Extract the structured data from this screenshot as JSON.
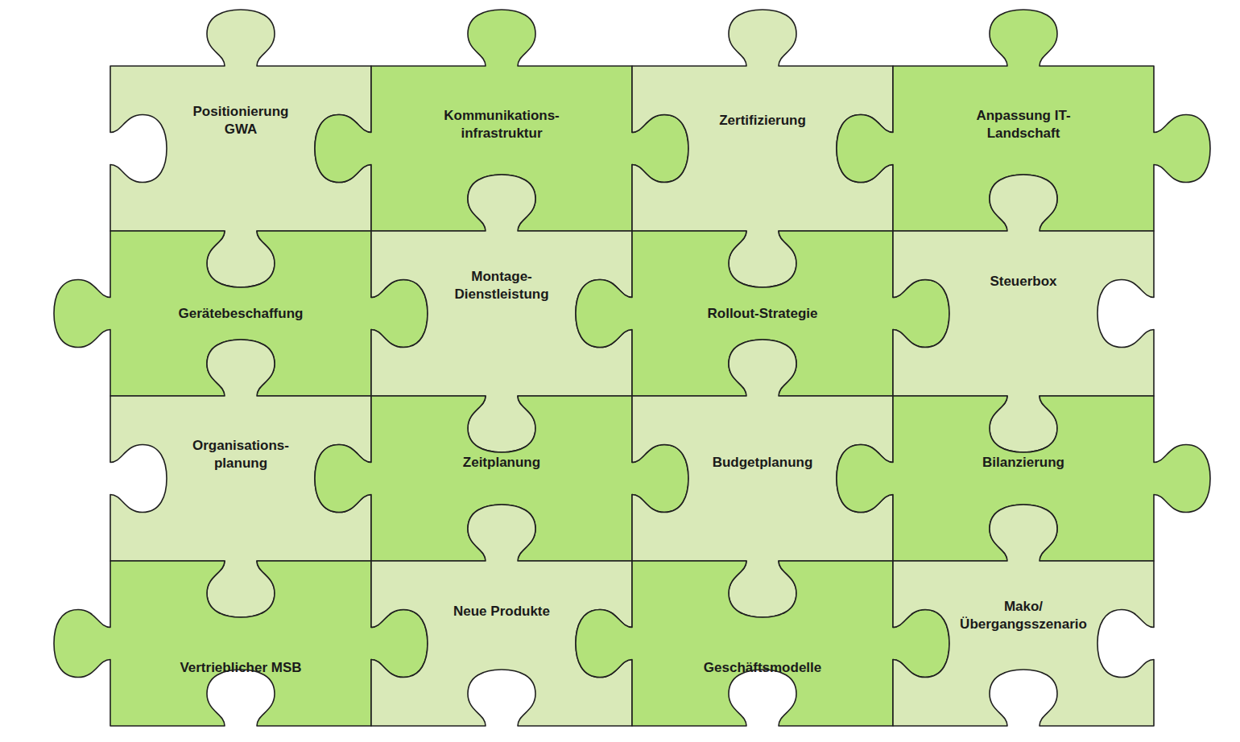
{
  "diagram": {
    "nodes": [
      {
        "text": [
          "Positionierung GWA"
        ]
      },
      {
        "text": [
          "Kommunikations- infrastruktur"
        ]
      },
      {
        "text": [
          "Zertifizierung"
        ]
      },
      {
        "text": [
          "Anpassung IT-Landschaft"
        ]
      },
      {
        "text": [
          "Gerätebeschaffung"
        ]
      },
      {
        "text": [
          "Montage- Dienstleistung"
        ]
      },
      {
        "text": [
          "Rollout-Strategie"
        ]
      },
      {
        "text": [
          "Steuerbox"
        ]
      },
      {
        "text": [
          "Organisations- planung"
        ]
      },
      {
        "text": [
          "Zeitplanung"
        ]
      },
      {
        "text": [
          "Budgetplanung"
        ]
      },
      {
        "text": [
          "Bilanzierung"
        ]
      },
      {
        "text": [
          "Vertrieblicher MSB"
        ]
      },
      {
        "text": [
          "Neue Produkte"
        ]
      },
      {
        "text": [
          "Geschäftsmodelle"
        ]
      },
      {
        "text": [
          "Mako/ Übergangsszenario"
        ]
      }
    ]
  }
}
